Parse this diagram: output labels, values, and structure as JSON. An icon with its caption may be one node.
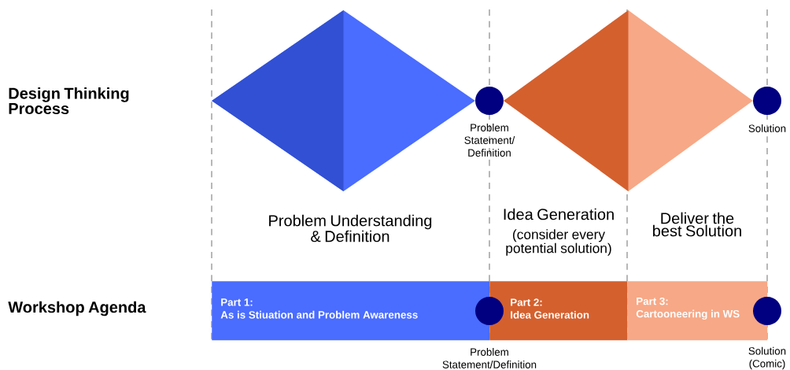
{
  "diagram": {
    "nodes": [
      {
        "text": [],
        "shape": "diamond"
      },
      {
        "text": [],
        "shape": "circle"
      },
      {
        "text": [],
        "shape": "diamond"
      },
      {
        "text": [],
        "shape": "circle"
      },
      {
        "text": [
          "Part 1:",
          "As is Stiuation and Problem Awareness"
        ]
      },
      {
        "text": [],
        "shape": "circle"
      },
      {
        "text": [
          "Part 2:",
          "Idea Generation"
        ]
      },
      {
        "text": [
          "Part 3:",
          "Cartooneering in WS"
        ]
      },
      {
        "text": [],
        "shape": "circle"
      }
    ],
    "labels": [
      "Design Thinking Process",
      "Problem Statement/ Definition",
      "Solution",
      "Problem Understanding & Definition",
      "Idea Generation",
      "(consider every potential solution)",
      "Deliver the best Solution",
      "Workshop Agenda",
      "Problem Statement/Definition",
      "Solution (Comic)"
    ]
  }
}
